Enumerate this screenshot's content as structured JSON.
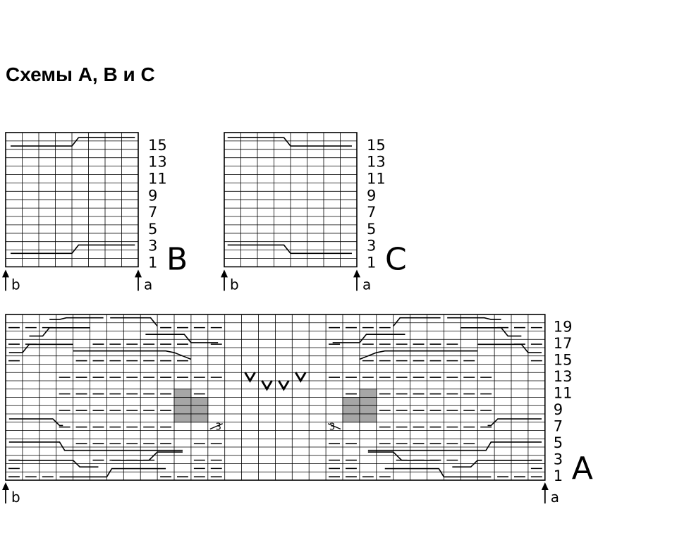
{
  "title": "Схемы A, B и C",
  "colors": {
    "line": "#000000",
    "grid": "#000000",
    "shade": "#a6a6a6",
    "background": "#ffffff"
  },
  "chart_data": [
    {
      "type": "table",
      "name": "B",
      "cols": 8,
      "rows": 16,
      "row_labels": [
        "1",
        "3",
        "5",
        "7",
        "9",
        "11",
        "13",
        "15"
      ],
      "arrow_left": "b",
      "arrow_right": "a"
    },
    {
      "type": "table",
      "name": "C",
      "cols": 8,
      "rows": 16,
      "row_labels": [
        "1",
        "3",
        "5",
        "7",
        "9",
        "11",
        "13",
        "15"
      ],
      "arrow_left": "b",
      "arrow_right": "a"
    },
    {
      "type": "table",
      "name": "A",
      "cols": 32,
      "rows": 20,
      "row_labels": [
        "1",
        "3",
        "5",
        "7",
        "9",
        "11",
        "13",
        "15",
        "17",
        "19"
      ],
      "arrow_left": "b",
      "arrow_right": "a",
      "symbol_3": "3"
    }
  ]
}
